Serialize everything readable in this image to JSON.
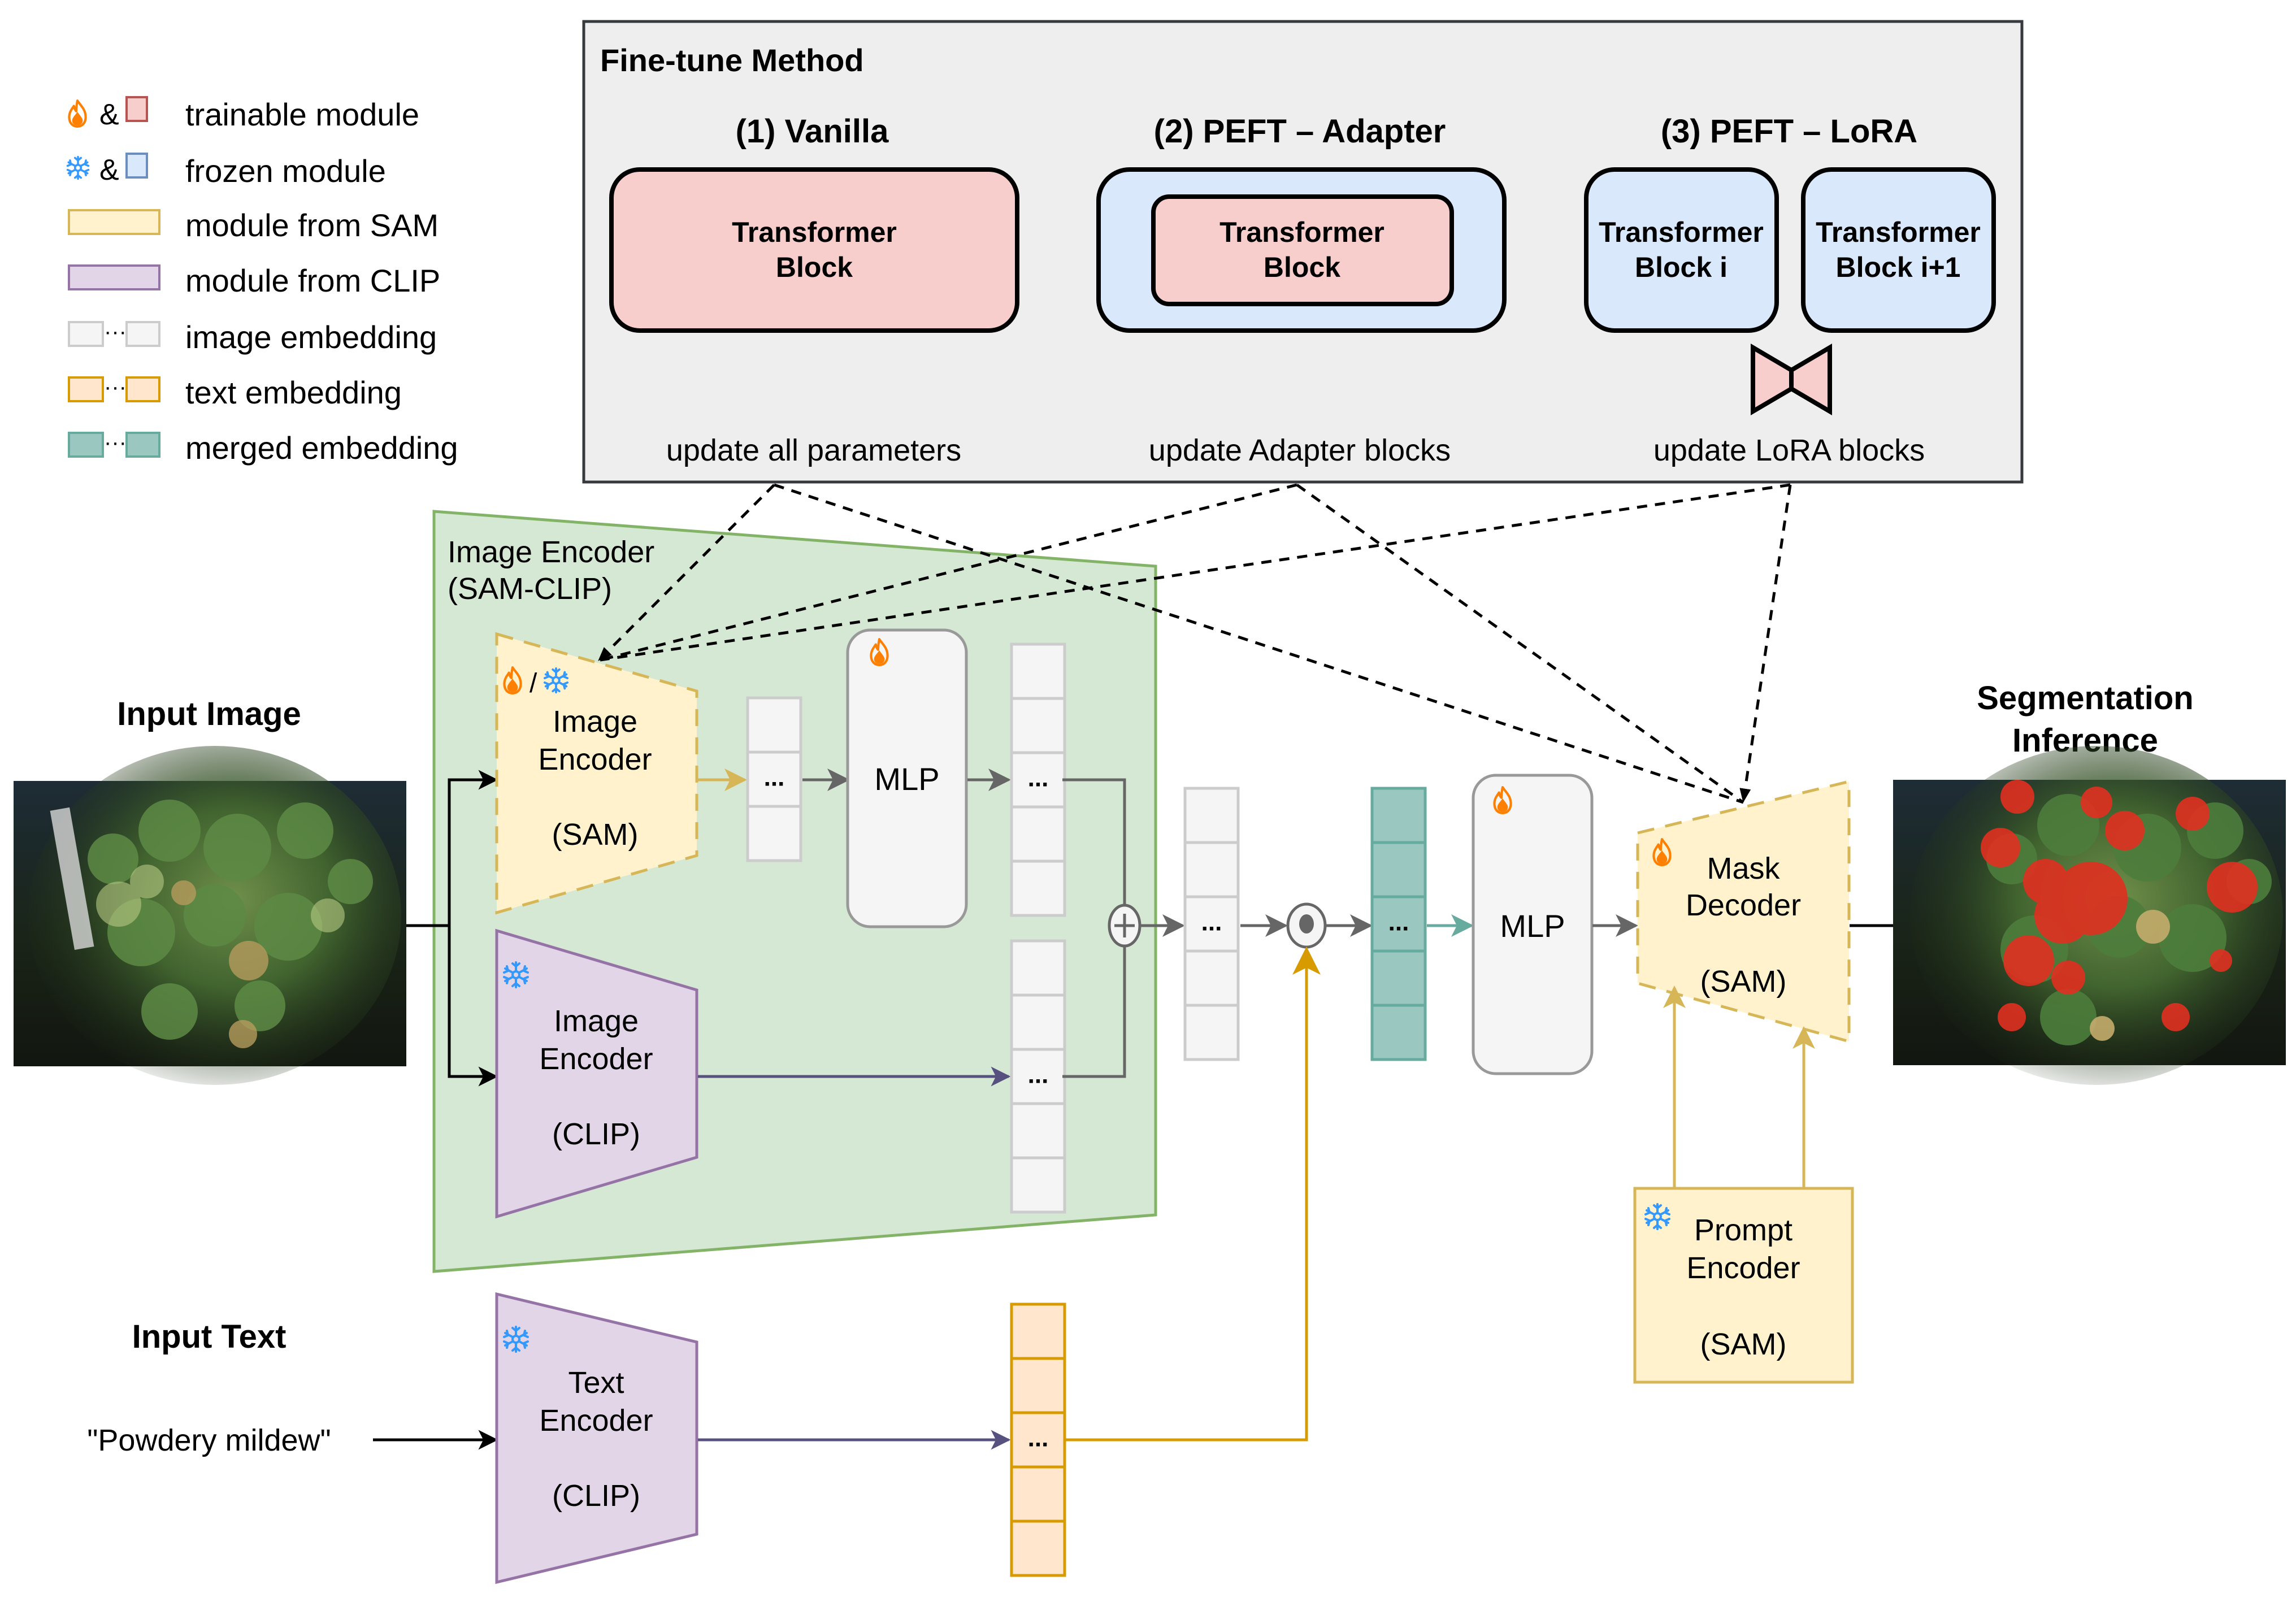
{
  "legend": {
    "items": [
      {
        "icon": "fire-icon",
        "label": "trainable module",
        "fill": "#f8cecc",
        "stroke": "#b85450"
      },
      {
        "icon": "snowflake-icon",
        "label": "frozen module",
        "fill": "#dae8fc",
        "stroke": "#6c8ebf"
      },
      {
        "label": "module from SAM",
        "fill": "#fff2cc",
        "stroke": "#d6b656"
      },
      {
        "label": "module from CLIP",
        "fill": "#e1d5e7",
        "stroke": "#9673a6"
      },
      {
        "label": "image embedding",
        "fill": "#f5f5f5",
        "stroke": "#cccccc"
      },
      {
        "label": "text embedding",
        "fill": "#ffe6cc",
        "stroke": "#d79b00"
      },
      {
        "label": "merged embedding",
        "fill": "#9ac7bf",
        "stroke": "#67ab9f"
      }
    ],
    "amp": "&",
    "dots": "···"
  },
  "finetune": {
    "title": "Fine-tune Method",
    "methods": [
      {
        "title": "(1) Vanilla",
        "blocks": [
          "Transformer\nBlock"
        ],
        "caption": "update all parameters"
      },
      {
        "title": "(2) PEFT – Adapter",
        "blocks": [
          "Transformer\nBlock"
        ],
        "caption": "update Adapter blocks"
      },
      {
        "title": "(3) PEFT – LoRA",
        "blocks": [
          "Transformer\nBlock i",
          "Transformer\nBlock i+1"
        ],
        "caption": "update LoRA blocks"
      }
    ]
  },
  "inputs": {
    "image_title": "Input Image",
    "text_title": "Input Text",
    "text_value": "\"Powdery mildew\""
  },
  "output": {
    "title_line1": "Segmentation",
    "title_line2": "Inference"
  },
  "encoder_group": {
    "title_line1": "Image Encoder",
    "title_line2": "(SAM-CLIP)"
  },
  "modules": {
    "sam_image_encoder": {
      "line1": "Image",
      "line2": "Encoder",
      "line3": "(SAM)",
      "status": "trainable / frozen"
    },
    "clip_image_encoder": {
      "line1": "Image",
      "line2": "Encoder",
      "line3": "(CLIP)",
      "status": "frozen"
    },
    "clip_text_encoder": {
      "line1": "Text",
      "line2": "Encoder",
      "line3": "(CLIP)",
      "status": "frozen"
    },
    "mlp1": {
      "label": "MLP",
      "status": "trainable"
    },
    "mlp2": {
      "label": "MLP",
      "status": "trainable"
    },
    "mask_decoder": {
      "line1": "Mask",
      "line2": "Decoder",
      "line3": "(SAM)",
      "status": "trainable"
    },
    "prompt_encoder": {
      "line1": "Prompt",
      "line2": "Encoder",
      "line3": "(SAM)",
      "status": "frozen"
    }
  },
  "operators": {
    "add": "+",
    "multiply": "⊙"
  },
  "ellipsis": "..."
}
